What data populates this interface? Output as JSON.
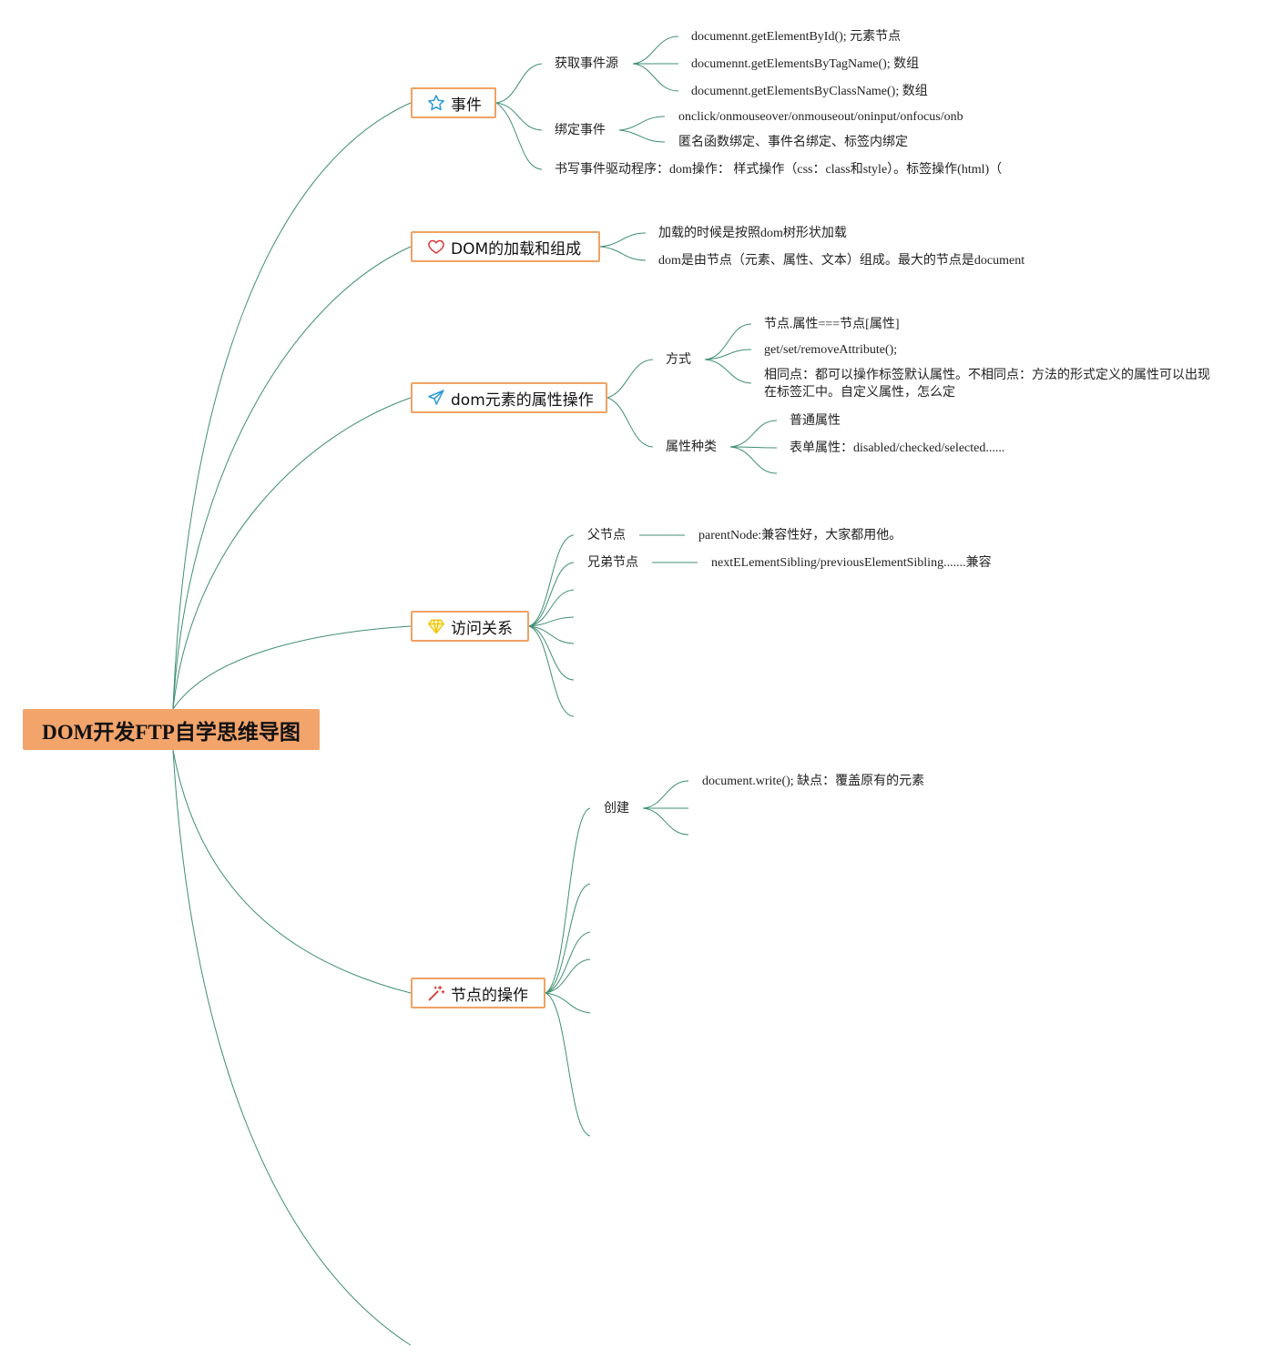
{
  "root": {
    "title": "DOM开发FTP自学思维导图"
  },
  "topics": {
    "events": {
      "label": "事件",
      "icon": "star-icon",
      "get_source": {
        "label": "获取事件源",
        "items": [
          "documennt.getElementById(); 元素节点",
          "documennt.getElementsByTagName(); 数组",
          "documennt.getElementsByClassName(); 数组"
        ]
      },
      "bind": {
        "label": "绑定事件",
        "items": [
          "onclick/onmouseover/onmouseout/oninput/onfocus/onb",
          "匿名函数绑定、事件名绑定、标签内绑定"
        ]
      },
      "driver": "书写事件驱动程序：dom操作： 样式操作（css：class和style）。标签操作(html)（"
    },
    "dom_load": {
      "label": "DOM的加载和组成",
      "icon": "heart-icon",
      "items": [
        "加载的时候是按照dom树形状加载",
        "dom是由节点（元素、属性、文本）组成。最大的节点是document"
      ]
    },
    "attr": {
      "label": "dom元素的属性操作",
      "icon": "paper-plane-icon",
      "method": {
        "label": "方式",
        "items": [
          "节点.属性===节点[属性]",
          "get/set/removeAttribute();",
          "相同点：都可以操作标签默认属性。不相同点：方法的形式定义的属性可以出现在标签汇中。自定义属性，怎么定"
        ]
      },
      "kinds": {
        "label": "属性种类",
        "items": [
          "普通属性",
          "表单属性：disabled/checked/selected......"
        ]
      }
    },
    "access": {
      "label": "访问关系",
      "icon": "diamond-icon",
      "parent": {
        "label": "父节点",
        "detail": "parentNode:兼容性好，大家都用他。"
      },
      "sibling": {
        "label": "兄弟节点",
        "detail": "nextELementSibling/previousElementSibling.......兼容"
      }
    },
    "node_ops": {
      "label": "节点的操作",
      "icon": "magic-wand-icon",
      "create": {
        "label": "创建",
        "detail": "document.write(); 缺点：覆盖原有的元素"
      }
    }
  },
  "colors": {
    "root_fill": "#f2a46b",
    "topic_border": "#f0a263",
    "edge": "#3f8f72",
    "star": "#2b9bd6",
    "heart": "#d63a3a",
    "plane": "#2b9bd6",
    "diamond": "#f2c200",
    "wand": "#d63a3a"
  }
}
